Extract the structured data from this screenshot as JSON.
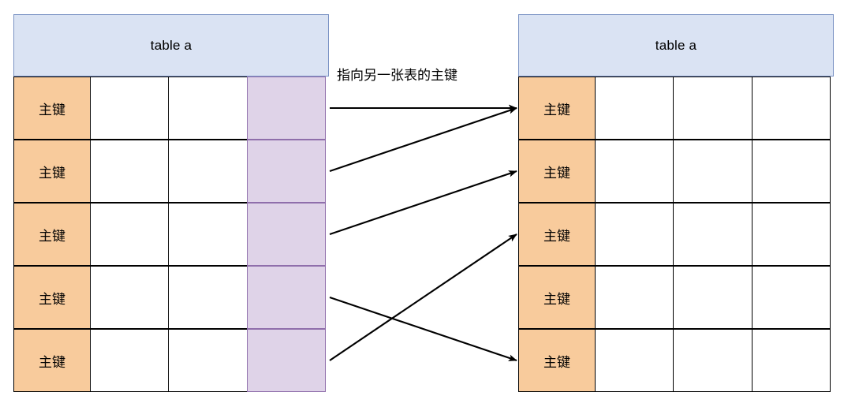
{
  "diagram": {
    "type": "er-foreign-key-diagram",
    "background": "#ffffff",
    "colors": {
      "header_fill": "#dae3f3",
      "header_border": "#7b93c4",
      "primary_key_fill": "#f8cb9c",
      "foreign_key_fill": "#dfd3e8",
      "foreign_key_border": "#8f6eab",
      "cell_border": "#000000",
      "arrow": "#000000"
    },
    "connector": {
      "label": "指向另一张表的主键",
      "arrow_count": 5,
      "mappings": [
        {
          "from_row": 1,
          "to_row": 1
        },
        {
          "from_row": 2,
          "to_row": 1
        },
        {
          "from_row": 3,
          "to_row": 2
        },
        {
          "from_row": 4,
          "to_row": 5
        },
        {
          "from_row": 5,
          "to_row": 3
        }
      ]
    },
    "left_table": {
      "name": "left-table",
      "title": "table a",
      "column_count": 4,
      "row_count": 5,
      "rows": [
        {
          "cells": [
            "主键",
            "",
            "",
            ""
          ]
        },
        {
          "cells": [
            "主键",
            "",
            "",
            ""
          ]
        },
        {
          "cells": [
            "主键",
            "",
            "",
            ""
          ]
        },
        {
          "cells": [
            "主键",
            "",
            "",
            ""
          ]
        },
        {
          "cells": [
            "主键",
            "",
            "",
            ""
          ]
        }
      ],
      "column_roles": [
        "primary-key",
        "plain",
        "plain",
        "foreign-key"
      ]
    },
    "right_table": {
      "name": "right-table",
      "title": "table a",
      "column_count": 4,
      "row_count": 5,
      "rows": [
        {
          "cells": [
            "主键",
            "",
            "",
            ""
          ]
        },
        {
          "cells": [
            "主键",
            "",
            "",
            ""
          ]
        },
        {
          "cells": [
            "主键",
            "",
            "",
            ""
          ]
        },
        {
          "cells": [
            "主键",
            "",
            "",
            ""
          ]
        },
        {
          "cells": [
            "主键",
            "",
            "",
            ""
          ]
        }
      ],
      "column_roles": [
        "primary-key",
        "plain",
        "plain",
        "plain"
      ]
    }
  }
}
